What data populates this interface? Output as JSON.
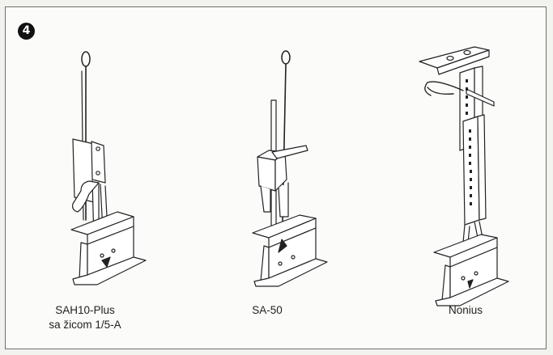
{
  "figure": {
    "step_badge": "4",
    "items": [
      {
        "line1": "SAH10-Plus",
        "line2": "sa žicom 1/5-A"
      },
      {
        "line1": "SA-50",
        "line2": ""
      },
      {
        "line1": "Nonius",
        "line2": ""
      }
    ]
  }
}
